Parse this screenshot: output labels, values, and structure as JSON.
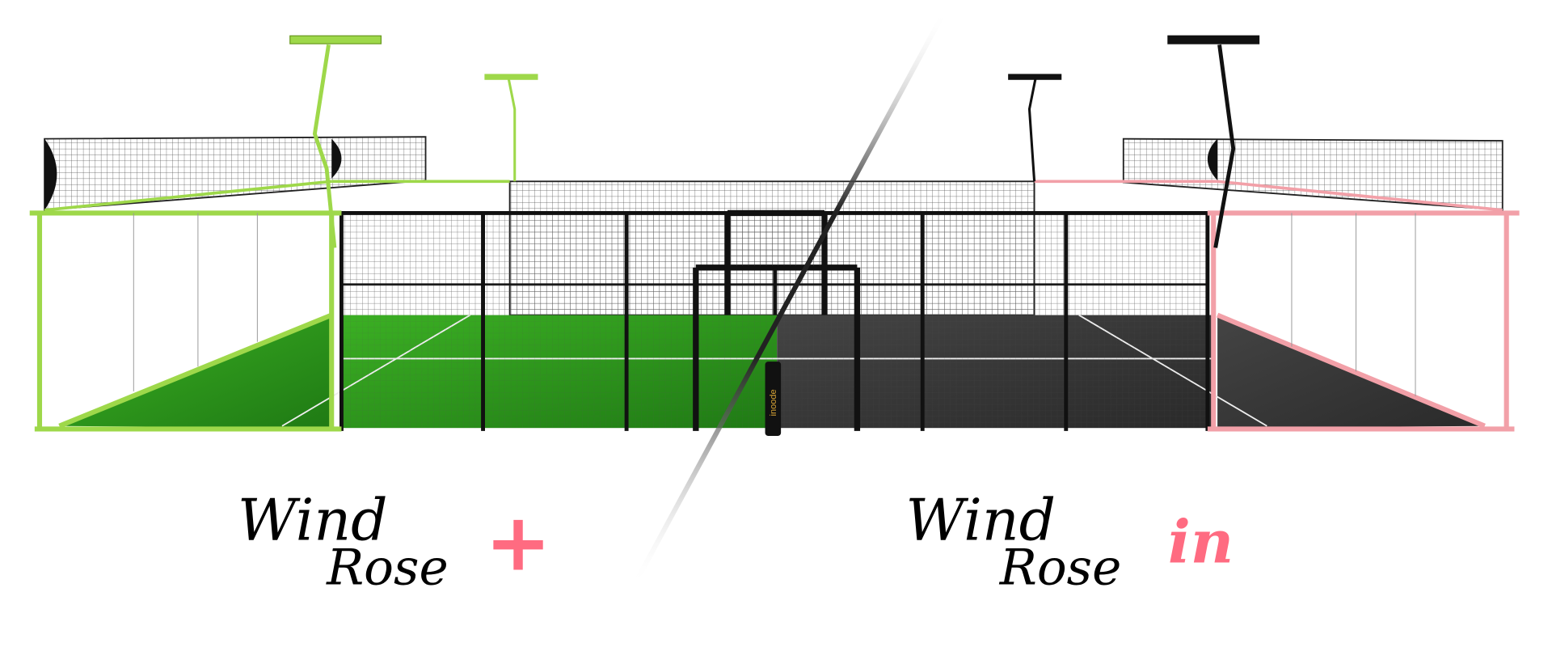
{
  "scene": {
    "left_variant": {
      "logo_line1": "Wind",
      "logo_line2": "Rose",
      "logo_suffix": "+",
      "frame_color": "#9ed84a",
      "floor_color": "#2f9a1e"
    },
    "right_variant": {
      "logo_line1": "Wind",
      "logo_line2": "Rose",
      "logo_suffix": "in",
      "frame_color": "#f2a0a8",
      "floor_color": "#3a3a3a"
    },
    "accent_color": "#ff6b81",
    "net_post_brand": "inoode"
  }
}
